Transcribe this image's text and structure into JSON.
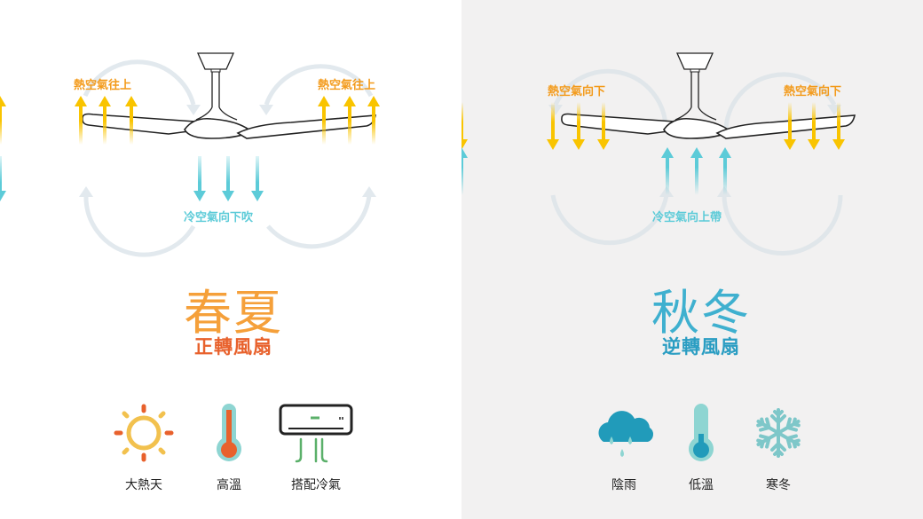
{
  "summer": {
    "hot_left": "熱空氣往上",
    "hot_right": "熱空氣往上",
    "cold": "冷空氣向下吹",
    "season": "春夏",
    "mode": "正轉風扇",
    "icons": [
      {
        "icon": "sun-icon",
        "label": "大熱天"
      },
      {
        "icon": "thermometer-hot-icon",
        "label": "高溫"
      },
      {
        "icon": "air-conditioner-icon",
        "label": "搭配冷氣"
      }
    ],
    "colors": {
      "hot": "#f9c400",
      "cold": "#5ccbd8",
      "title": "#f5a03a",
      "mode": "#e8612c"
    }
  },
  "winter": {
    "hot_left": "熱空氣向下",
    "hot_right": "熱空氣向下",
    "cold": "冷空氣向上帶",
    "season": "秋冬",
    "mode": "逆轉風扇",
    "icons": [
      {
        "icon": "rain-cloud-icon",
        "label": "陰雨"
      },
      {
        "icon": "thermometer-cold-icon",
        "label": "低溫"
      },
      {
        "icon": "snowflake-icon",
        "label": "寒冬"
      }
    ],
    "colors": {
      "title": "#3fb0cf",
      "mode": "#2a9dc2"
    }
  }
}
